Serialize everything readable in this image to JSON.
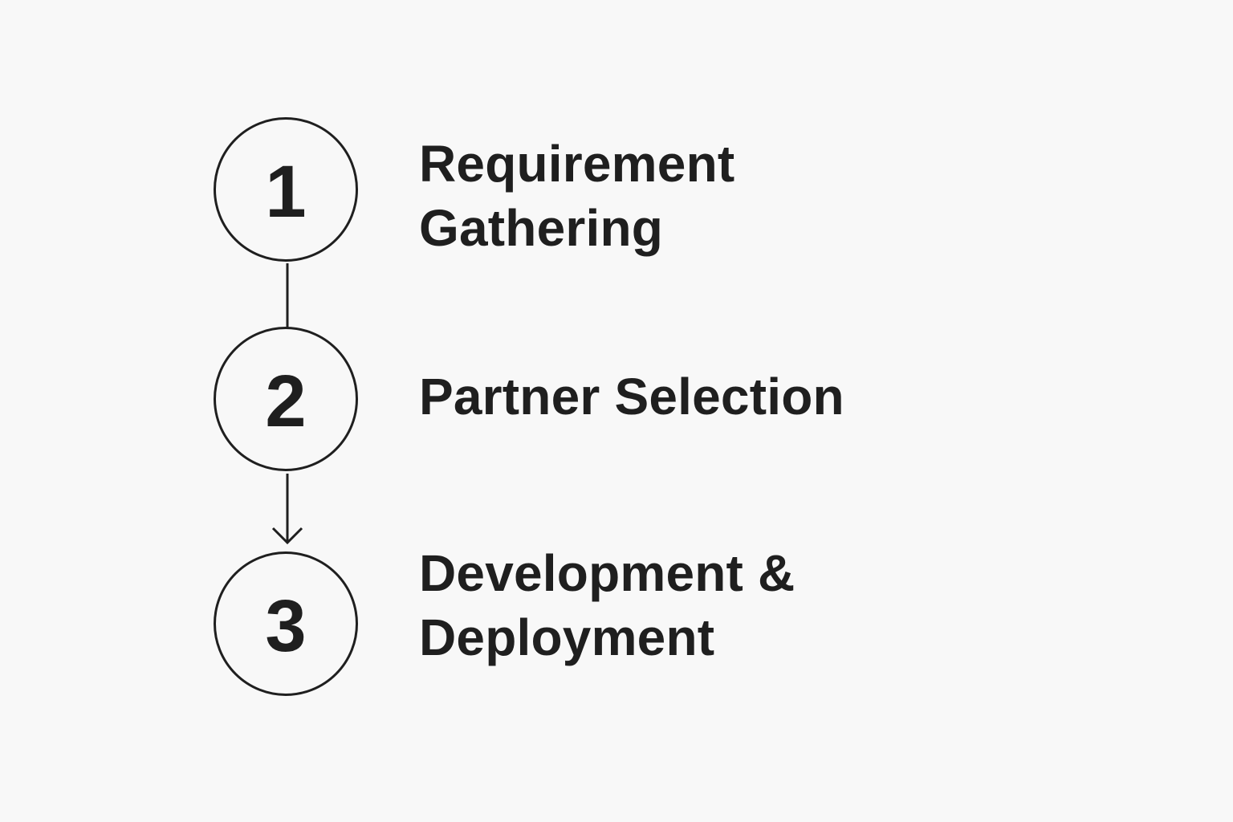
{
  "colors": {
    "background": "#f8f8f8",
    "ink": "#1f1f1f"
  },
  "steps": [
    {
      "number": "1",
      "label_lines": [
        "Requirement",
        "Gathering"
      ]
    },
    {
      "number": "2",
      "label_lines": [
        "Partner Selection"
      ]
    },
    {
      "number": "3",
      "label_lines": [
        "Development &",
        "Deployment"
      ]
    }
  ],
  "connectors": [
    {
      "from": "1",
      "to": "2",
      "arrowhead": false
    },
    {
      "from": "2",
      "to": "3",
      "arrowhead": true
    }
  ]
}
